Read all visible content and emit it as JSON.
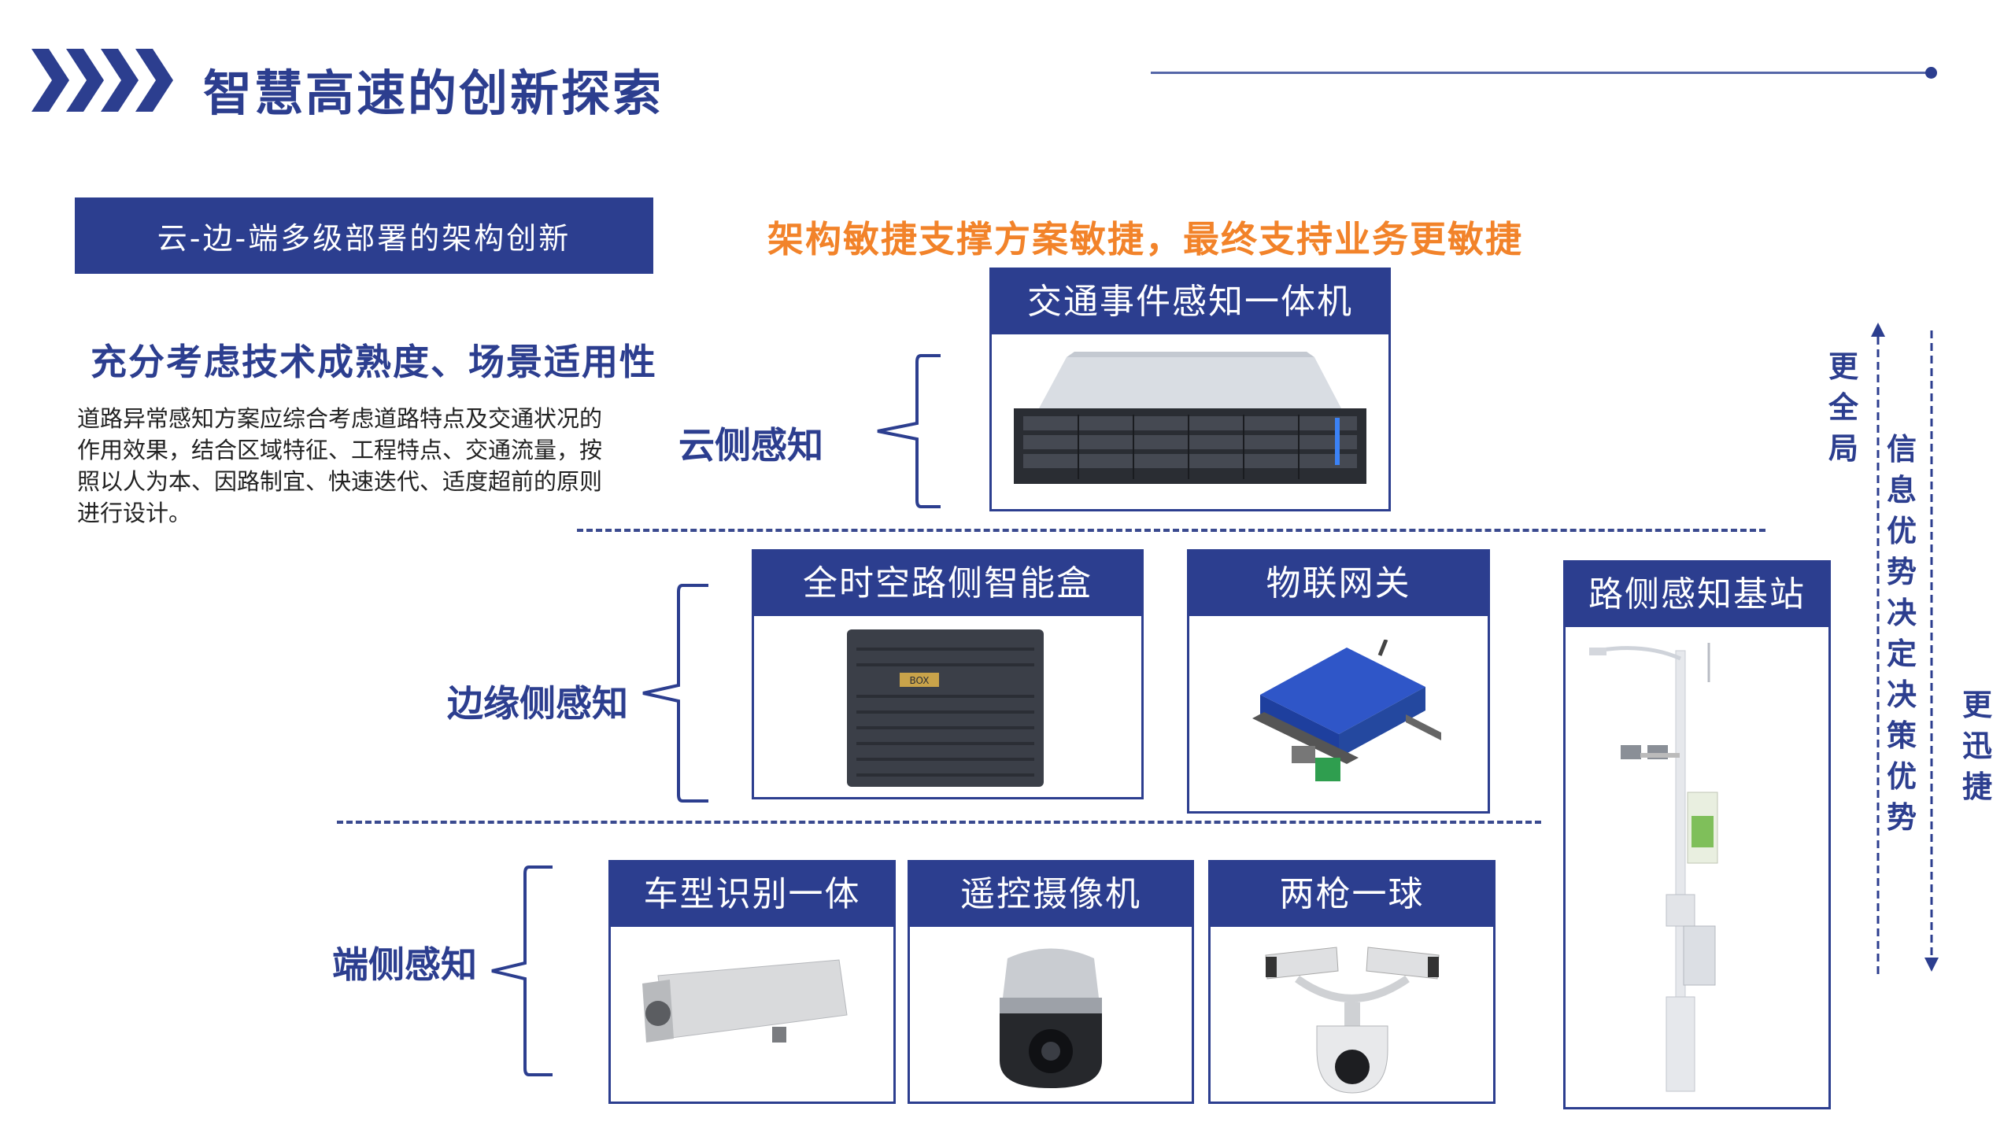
{
  "header": {
    "title": "智慧高速的创新探索"
  },
  "left": {
    "arch_label": "云-边-端多级部署的架构创新",
    "subheading": "充分考虑技术成熟度、场景适用性",
    "description": "道路异常感知方案应综合考虑道路特点及交通状况的作用效果，结合区域特征、工程特点、交通流量，按照以人为本、因路制宜、快速迭代、适度超前的原则进行设计。"
  },
  "slogan": "架构敏捷支撑方案敏捷，最终支持业务更敏捷",
  "tiers": {
    "cloud": "云侧感知",
    "edge": "边缘侧感知",
    "end": "端侧感知"
  },
  "cards": {
    "cloud_unit": "交通事件感知一体机",
    "edge_box": "全时空路侧智能盒",
    "iot_gateway": "物联网关",
    "roadside_station": "路侧感知基站",
    "vehicle_recog": "车型识别一体",
    "ptz_camera": "遥控摄像机",
    "gun_dome": "两枪一球"
  },
  "right": {
    "global": "更全局",
    "info_advantage": "信息优势决定决策优势",
    "faster": "更迅捷"
  },
  "device_labels": {
    "edge_box_tag": "BOX"
  },
  "colors": {
    "navy": "#2c3e8f",
    "orange": "#f2832a"
  }
}
